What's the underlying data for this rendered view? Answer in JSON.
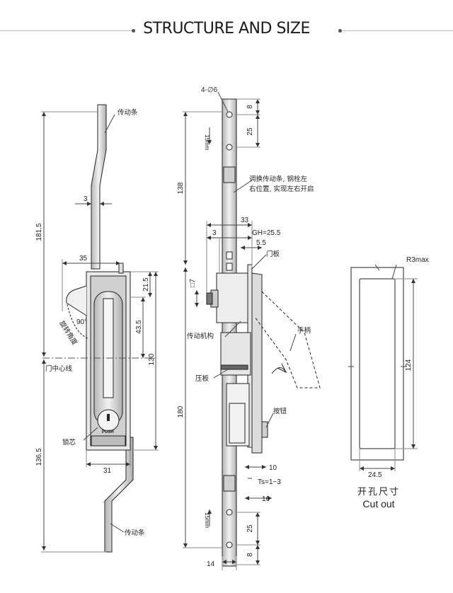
{
  "header": {
    "title": "STRUCTURE AND SIZE"
  },
  "left_view": {
    "labels": {
      "drive_bar_top": "传动条",
      "drive_bar_bottom": "传动条",
      "rotation_angle": "旋转角度",
      "door_centerline": "门中心线",
      "lock_core": "锁芯",
      "push": "PUSH"
    },
    "dims": {
      "d181_5": "181.5",
      "d136_5": "136.5",
      "d3": "3",
      "d35": "35",
      "d21_5": "21.5",
      "d43_5": "43.5",
      "d130": "130",
      "d31": "31",
      "angle": "90°"
    }
  },
  "middle_view": {
    "labels": {
      "swap_note_1": "调换传动条, 钢栓左",
      "swap_note_2": "右位置, 实现左右开启",
      "door_panel": "门板",
      "mechanism": "传动机构",
      "press_plate": "压板",
      "handle": "手柄",
      "button": "按钮"
    },
    "dims": {
      "holes": "4-∅6",
      "d8_top": "8",
      "d25_top": "25",
      "d15mm_top": "15mm",
      "d138": "138",
      "d33": "33",
      "d3": "3",
      "gh": "GH=25.5",
      "d5_5": "5.5",
      "d7": "□7",
      "d180": "180",
      "d10": "10",
      "ts": "Ts=1~3",
      "d16": "16",
      "d15mm_bottom": "15mm",
      "d25_bottom": "25",
      "d8_bottom": "8",
      "d14": "14"
    }
  },
  "cutout_view": {
    "labels": {
      "radius": "R3max",
      "cn": "开孔尺寸",
      "en": "Cut out"
    },
    "dims": {
      "height": "124",
      "width": "24.5"
    }
  },
  "colors": {
    "line": "#222222",
    "metal": "#d9d9d9",
    "metal_dark": "#9a9a9a",
    "dim_line": "#444444"
  }
}
